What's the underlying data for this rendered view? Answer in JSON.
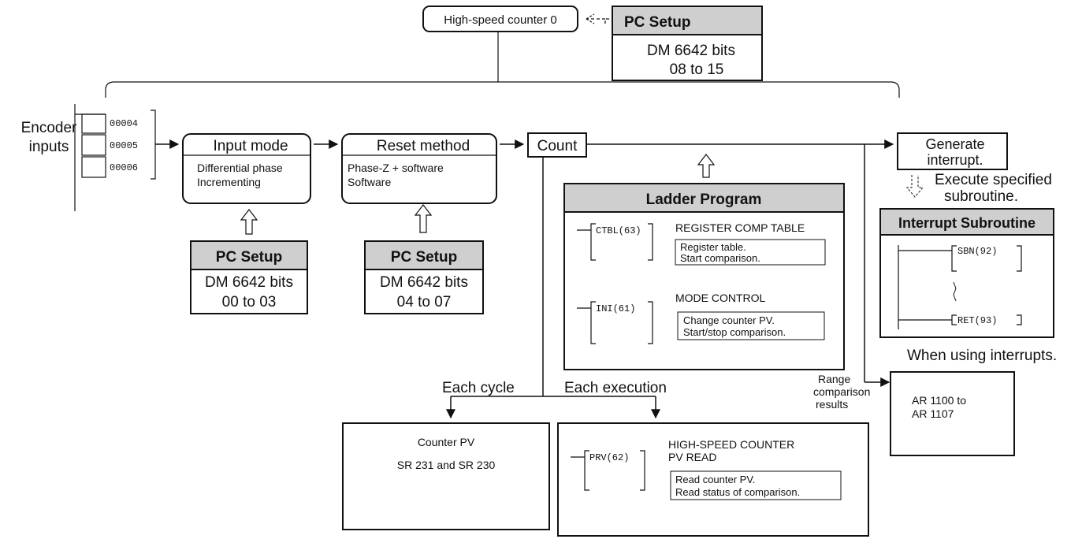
{
  "hsc_label": "High-speed counter 0",
  "pc_setup_top": {
    "title": "PC Setup",
    "line1": "DM 6642 bits",
    "line2": "08 to 15"
  },
  "encoder": {
    "label_line1": "Encoder",
    "label_line2": "inputs",
    "bits": [
      "00004",
      "00005",
      "00006"
    ]
  },
  "input_mode": {
    "title": "Input mode",
    "line1": "Differential phase",
    "line2": "Incrementing",
    "setup": {
      "title": "PC Setup",
      "line1": "DM 6642 bits",
      "line2": "00 to 03"
    }
  },
  "reset_method": {
    "title": "Reset method",
    "line1": "Phase-Z + software",
    "line2": "Software",
    "setup": {
      "title": "PC Setup",
      "line1": "DM 6642 bits",
      "line2": "04 to 07"
    }
  },
  "count_label": "Count",
  "ladder": {
    "title": "Ladder Program",
    "instr1": {
      "code": "CTBL(63)",
      "name": "REGISTER COMP TABLE",
      "desc1": "Register table.",
      "desc2": "Start comparison."
    },
    "instr2": {
      "code": "INI(61)",
      "name": "MODE CONTROL",
      "desc1": "Change counter PV.",
      "desc2": "Start/stop comparison."
    }
  },
  "generate": {
    "line1": "Generate",
    "line2": "interrupt."
  },
  "execute": {
    "line1": "Execute specified",
    "line2": "subroutine."
  },
  "subroutine": {
    "title": "Interrupt Subroutine",
    "sbn": "SBN(92)",
    "ret": "RET(93)",
    "note": "When using interrupts."
  },
  "range": {
    "label1": "Range",
    "label2": "comparison",
    "label3": "results",
    "line1": "AR 1100 to",
    "line2": "AR 1107"
  },
  "each_cycle": "Each cycle",
  "each_execution": "Each execution",
  "counter_pv": {
    "line1": "Counter PV",
    "line2": "SR 231 and SR 230"
  },
  "prv": {
    "code": "PRV(62)",
    "name1": "HIGH-SPEED COUNTER",
    "name2": "PV READ",
    "desc1": "Read counter PV.",
    "desc2": "Read status of comparison."
  }
}
